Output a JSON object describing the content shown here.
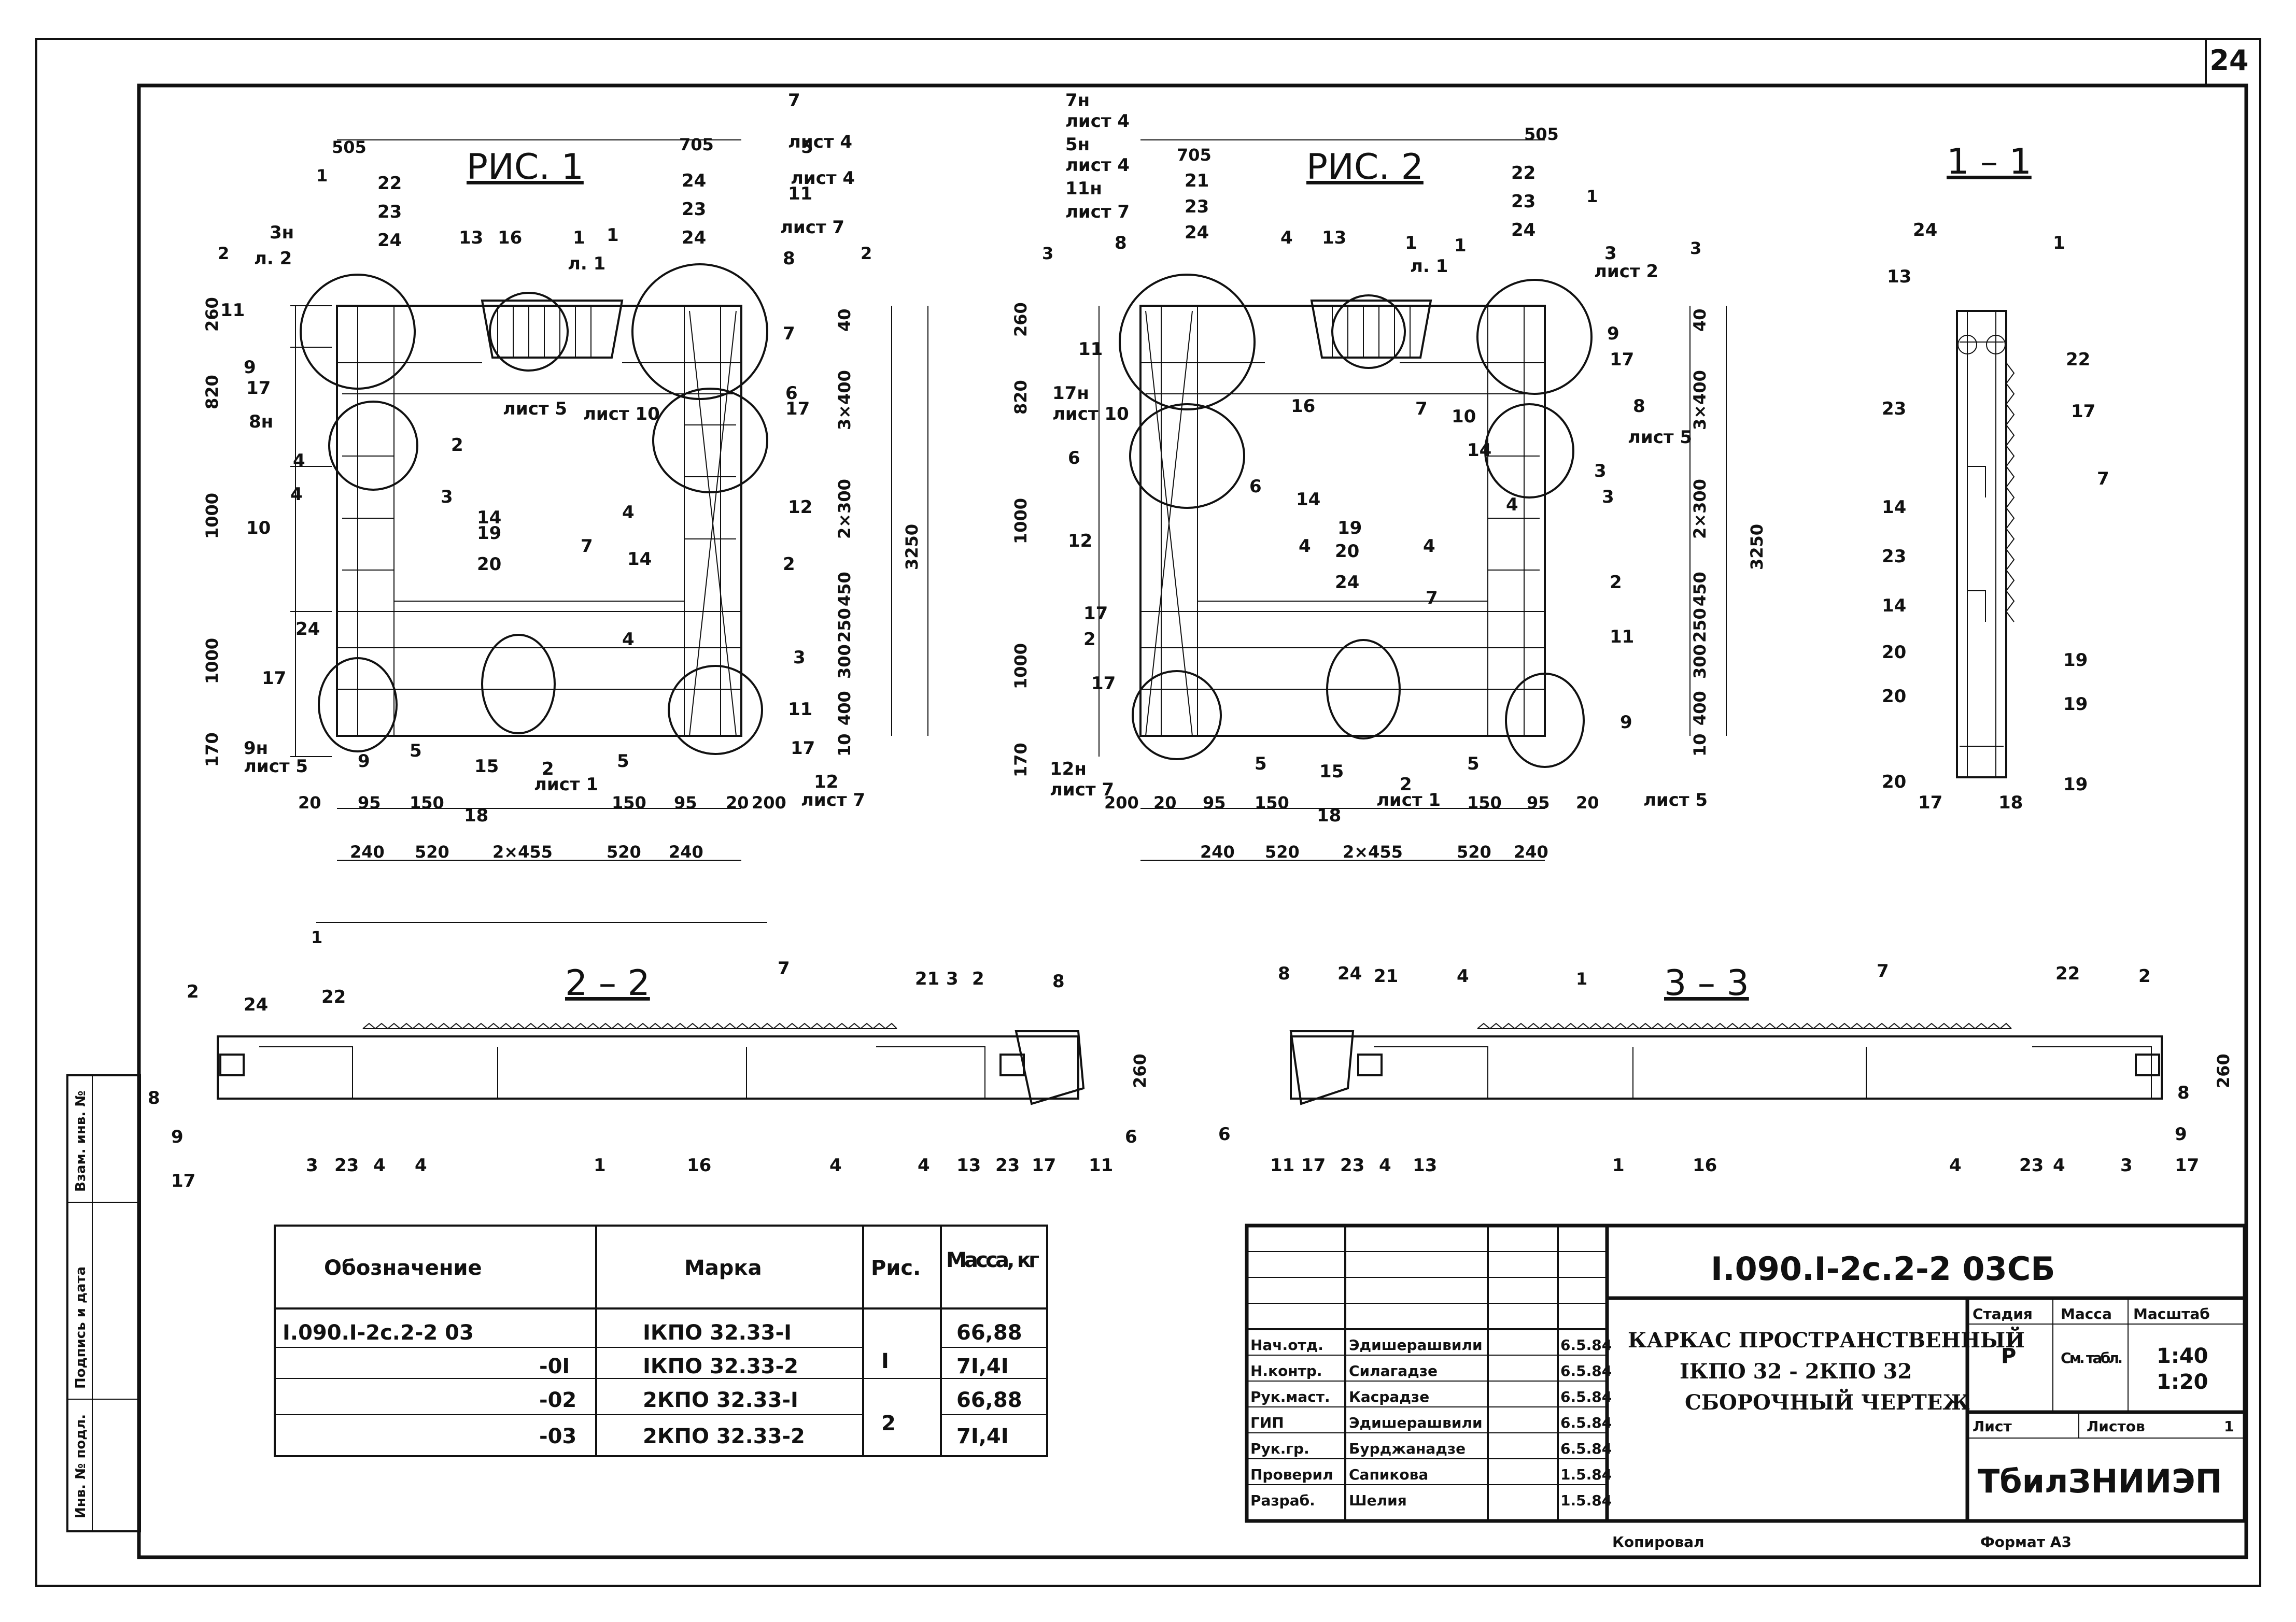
{
  "sheet": {
    "page_number": "24",
    "copied_label": "Копировал",
    "format_label": "Формат А3",
    "side_stamp": [
      "Инв. № подл.",
      "Подпись и дата",
      "Взам. инв. №"
    ]
  },
  "figures": {
    "fig1": {
      "title": "РИС. 1",
      "cut_marks": [
        "1",
        "1",
        "2",
        "2"
      ],
      "top_dims": [
        "505",
        "705"
      ],
      "left_dims": [
        "260",
        "820",
        "1000",
        "1000",
        "170"
      ],
      "right_dims": [
        "40",
        "3×400",
        "2×300",
        "450",
        "250",
        "300",
        "400",
        "10",
        "3250"
      ],
      "bottom_dims_row1": [
        "20",
        "95",
        "150",
        "150",
        "95",
        "20",
        "200"
      ],
      "bottom_dims_row2": [
        "240",
        "520",
        "2×455",
        "520",
        "240"
      ],
      "top_stack_left": [
        "22",
        "23",
        "24"
      ],
      "top_stack_right": [
        "24",
        "23",
        "24"
      ],
      "callouts": [
        "3н",
        "л. 2",
        "13",
        "16",
        "1",
        "л. 1",
        "1",
        "7",
        "лист 4",
        "5",
        "лист 4",
        "11",
        "лист 7",
        "8",
        "11",
        "9",
        "17",
        "8н",
        "лист 5",
        "7",
        "6",
        "17",
        "лист 10",
        "4",
        "2",
        "4",
        "3",
        "14",
        "19",
        "20",
        "24",
        "4",
        "14",
        "12",
        "10",
        "7",
        "2",
        "4",
        "3",
        "17",
        "11",
        "9н",
        "лист 5",
        "9",
        "5",
        "15",
        "2",
        "лист 1",
        "18",
        "5",
        "17",
        "12",
        "лист 7"
      ]
    },
    "fig2": {
      "title": "РИС. 2",
      "cut_marks": [
        "3",
        "3",
        "1",
        "1"
      ],
      "top_dims": [
        "705",
        "505"
      ],
      "left_dims": [
        "260",
        "820",
        "1000",
        "1000",
        "170"
      ],
      "right_dims": [
        "40",
        "3×400",
        "2×300",
        "450",
        "250",
        "300",
        "400",
        "10",
        "3250"
      ],
      "bottom_dims_row1": [
        "200",
        "20",
        "95",
        "150",
        "150",
        "95",
        "20"
      ],
      "bottom_dims_row2": [
        "240",
        "520",
        "2×455",
        "520",
        "240"
      ],
      "top_stack_left": [
        "21",
        "23",
        "24"
      ],
      "top_stack_right": [
        "22",
        "23",
        "24"
      ],
      "callouts": [
        "7н",
        "лист 4",
        "5н",
        "лист 4",
        "11н",
        "лист 7",
        "8",
        "4",
        "13",
        "1",
        "л. 1",
        "1",
        "3",
        "лист 2",
        "11",
        "9",
        "17",
        "17н",
        "лист 10",
        "16",
        "7",
        "8",
        "лист 5",
        "10",
        "3",
        "6",
        "14",
        "14",
        "4",
        "12",
        "6",
        "4",
        "19",
        "20",
        "24",
        "4",
        "7",
        "3",
        "2",
        "17",
        "11",
        "2",
        "17",
        "12н",
        "лист 7",
        "5",
        "15",
        "2",
        "лист 1",
        "18",
        "5",
        "9",
        "лист 5"
      ]
    },
    "section_1_1": {
      "title": "1 – 1",
      "callouts": [
        "24",
        "1",
        "13",
        "22",
        "23",
        "17",
        "7",
        "14",
        "23",
        "14",
        "20",
        "19",
        "20",
        "19",
        "20",
        "17",
        "18",
        "19"
      ]
    },
    "section_2_2": {
      "title": "2 – 2",
      "dim": "260",
      "callouts": [
        "2",
        "24",
        "22",
        "8",
        "9",
        "17",
        "3",
        "23",
        "4",
        "4",
        "1",
        "16",
        "7",
        "21",
        "3",
        "2",
        "8",
        "6",
        "11",
        "17",
        "23",
        "4",
        "13",
        "4"
      ]
    },
    "section_3_3": {
      "title": "3 – 3",
      "dim": "260",
      "callouts": [
        "8",
        "24",
        "21",
        "4",
        "6",
        "11",
        "17",
        "23",
        "4",
        "13",
        "1",
        "16",
        "7",
        "22",
        "2",
        "8",
        "9",
        "17",
        "3",
        "23",
        "4",
        "4"
      ]
    }
  },
  "spec_table": {
    "headers": [
      "Обозначение",
      "Марка",
      "Рис.",
      "Масса, кг"
    ],
    "rows": [
      {
        "designation": "I.090.I-2с.2-2 03",
        "mark": "IКПО 32.33-I",
        "fig": "I",
        "mass": "66,88"
      },
      {
        "designation": "-0I",
        "mark": "IКПО 32.33-2",
        "fig": "",
        "mass": "7I,4I"
      },
      {
        "designation": "-02",
        "mark": "2КПО 32.33-I",
        "fig": "2",
        "mass": "66,88"
      },
      {
        "designation": "-03",
        "mark": "2КПО 32.33-2",
        "fig": "",
        "mass": "7I,4I"
      }
    ]
  },
  "title_block": {
    "code": "I.090.I-2с.2-2 03СБ",
    "name_line1": "КАРКАС ПРОСТРАНСТВЕННЫЙ",
    "name_line2": "IКПО 32 - 2КПО 32",
    "name_line3": "СБОРОЧНЫЙ ЧЕРТЕЖ",
    "stage_label": "Стадия",
    "mass_label": "Масса",
    "scale_label": "Масштаб",
    "stage": "Р",
    "mass": "См. табл.",
    "scale1": "1:40",
    "scale2": "1:20",
    "sheet_label": "Лист",
    "sheets_label": "Листов",
    "sheets": "1",
    "org": "ТбилЗНИИЭП",
    "signers": [
      {
        "role": "Нач.отд.",
        "name": "Эдишерашвили",
        "date": "6.5.84"
      },
      {
        "role": "Н.контр.",
        "name": "Силагадзе",
        "date": "6.5.84"
      },
      {
        "role": "Рук.маст.",
        "name": "Касрадзе",
        "date": "6.5.84"
      },
      {
        "role": "ГИП",
        "name": "Эдишерашвили",
        "date": "6.5.84"
      },
      {
        "role": "Рук.гр.",
        "name": "Бурджанадзе",
        "date": "6.5.84"
      },
      {
        "role": "Проверил",
        "name": "Сапикова",
        "date": "1.5.84"
      },
      {
        "role": "Разраб.",
        "name": "Шелия",
        "date": "1.5.84"
      }
    ]
  }
}
